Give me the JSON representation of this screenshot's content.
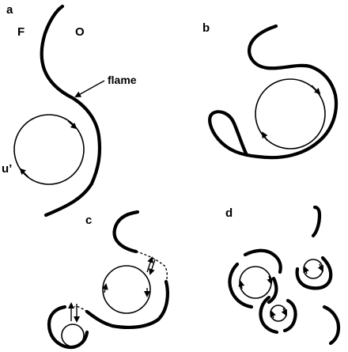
{
  "panels": {
    "a": "a",
    "b": "b",
    "c": "c",
    "d": "d"
  },
  "labels": {
    "fuel_side": "F",
    "oxidizer_side": "O",
    "flame": "flame",
    "velocity": "u’"
  }
}
